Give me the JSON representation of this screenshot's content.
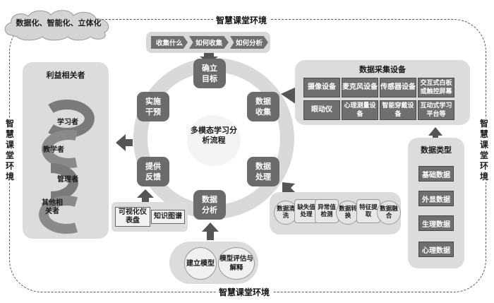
{
  "environment": {
    "top_label": "智慧课堂环境",
    "bottom_label": "智慧课堂环境",
    "left_label": "智慧课堂环境",
    "right_label": "智慧课堂环境"
  },
  "cloud": {
    "text": "数据化、智能化、立体化"
  },
  "questions": [
    "收集什么",
    "如何收集",
    "如何分析"
  ],
  "center": {
    "text": "多模态学习分析流程"
  },
  "cycle": {
    "goal": {
      "line1": "确立",
      "line2": "目标"
    },
    "collect": {
      "line1": "数据",
      "line2": "收集"
    },
    "process": {
      "line1": "数据",
      "line2": "处理"
    },
    "analyze": {
      "line1": "数据",
      "line2": "分析"
    },
    "feedback": {
      "line1": "提供",
      "line2": "反馈"
    },
    "intervene": {
      "line1": "实施",
      "line2": "干预"
    }
  },
  "stakeholders": {
    "title": "利益相关者",
    "items": [
      "学习者",
      "教学者",
      "管理者",
      "其他相关者"
    ]
  },
  "devices": {
    "title": "数据采集设备",
    "items": [
      "摄像设备",
      "麦克风设备",
      "传感器设备",
      "交互式白板或触控屏幕",
      "眼动仪",
      "心理测量设备",
      "智能穿戴设备",
      "互动式学习平台等"
    ]
  },
  "data_types": {
    "title": "数据类型",
    "items": [
      "基础数据",
      "外显数据",
      "生理数据",
      "心理数据"
    ]
  },
  "processing_steps": [
    "数据清洗",
    "缺失值处理",
    "异常值检测",
    "数据转换",
    "特征提取",
    "数据融合"
  ],
  "feedback_tools": [
    "可视化仪表盘",
    "知识图谱"
  ],
  "analysis_steps": [
    "建立模型",
    "模型评估与解释"
  ]
}
